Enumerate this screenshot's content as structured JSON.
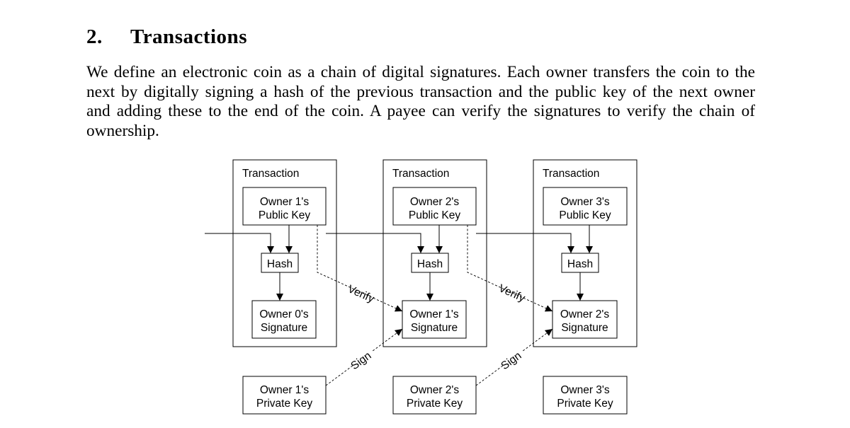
{
  "section": {
    "number": "2.",
    "title": "Transactions"
  },
  "paragraph": {
    "lines": [
      "We define an electronic coin as a chain of digital signatures. Each owner transfers the coin to the",
      "next by digitally signing a hash of the previous transaction and the public key of the next owner",
      "and adding these to the end of the coin. A payee can verify the signatures to verify the chain of",
      "ownership."
    ]
  },
  "diagram": {
    "transactions": [
      {
        "label": "Transaction",
        "public_key": [
          "Owner 1's",
          "Public Key"
        ],
        "hash": "Hash",
        "signature": [
          "Owner 0's",
          "Signature"
        ],
        "private_key": [
          "Owner 1's",
          "Private Key"
        ]
      },
      {
        "label": "Transaction",
        "public_key": [
          "Owner 2's",
          "Public Key"
        ],
        "hash": "Hash",
        "signature": [
          "Owner 1's",
          "Signature"
        ],
        "private_key": [
          "Owner 2's",
          "Private Key"
        ]
      },
      {
        "label": "Transaction",
        "public_key": [
          "Owner 3's",
          "Public Key"
        ],
        "hash": "Hash",
        "signature": [
          "Owner 2's",
          "Signature"
        ],
        "private_key": [
          "Owner 3's",
          "Private Key"
        ]
      }
    ],
    "verify_label": "Verify",
    "sign_label": "Sign"
  }
}
